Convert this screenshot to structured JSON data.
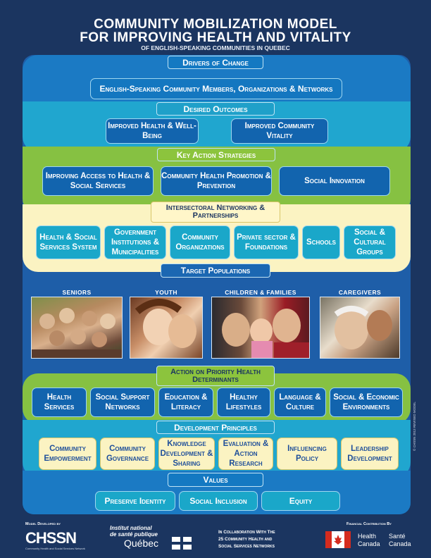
{
  "title": {
    "line1": "COMMUNITY MOBILIZATION MODEL",
    "line2": "FOR IMPROVING HEALTH AND VITALITY",
    "subtitle": "OF ENGLISH-SPEAKING COMMUNITIES IN QUEBEC"
  },
  "drivers": {
    "label": "Drivers of Change",
    "box": "English-Speaking Community Members, Organizations & Networks"
  },
  "outcomes": {
    "label": "Desired Outcomes",
    "items": [
      "Improved Health & Well-Being",
      "Improved Community Vitality"
    ]
  },
  "strategies": {
    "label": "Key Action Strategies",
    "items": [
      "Improving Access to Health & Social Services",
      "Community Health Promotion & Prevention",
      "Social Innovation"
    ]
  },
  "networking": {
    "label": "Intersectoral Networking & Partnerships",
    "items": [
      "Health & Social Services System",
      "Government Institutions & Municipalities",
      "Community Organizations",
      "Private sector & Foundations",
      "Schools",
      "Social & Cultural Groups"
    ]
  },
  "target": {
    "label": "Target Populations",
    "groups": [
      "SENIORS",
      "YOUTH",
      "CHILDREN & FAMILIES",
      "CAREGIVERS"
    ]
  },
  "action": {
    "label": "Action on Priority Health Determinants",
    "items": [
      "Health Services",
      "Social Support Networks",
      "Education & Literacy",
      "Healthy Lifestyles",
      "Language & Culture",
      "Social & Economic Environments"
    ]
  },
  "principles": {
    "label": "Development Principles",
    "items": [
      "Community Empowerment",
      "Community Governance",
      "Knowledge Development & Sharing",
      "Evaluation & Action Research",
      "Influencing Policy",
      "Leadership Development"
    ]
  },
  "values": {
    "label": "Values",
    "items": [
      "Preserve Identity",
      "Social Inclusion",
      "Equity"
    ]
  },
  "footer": {
    "developed_by": "Model Developed by",
    "chssn": "CHSSN",
    "chssn_tagline": "Community Health and Social Services Network",
    "inspq_line1": "Institut national",
    "inspq_line2": "de santé publique",
    "quebec": "Québec",
    "collab1": "In Collaboration With The",
    "collab2": "25 Community Health and",
    "collab3": "Social Services Networks",
    "financial": "Financial Contribution By",
    "hc1": "Health",
    "hc2": "Canada",
    "sc1": "Santé",
    "sc2": "Canada",
    "side_note": "© CHSSN 2013 REVISED MODEL"
  }
}
